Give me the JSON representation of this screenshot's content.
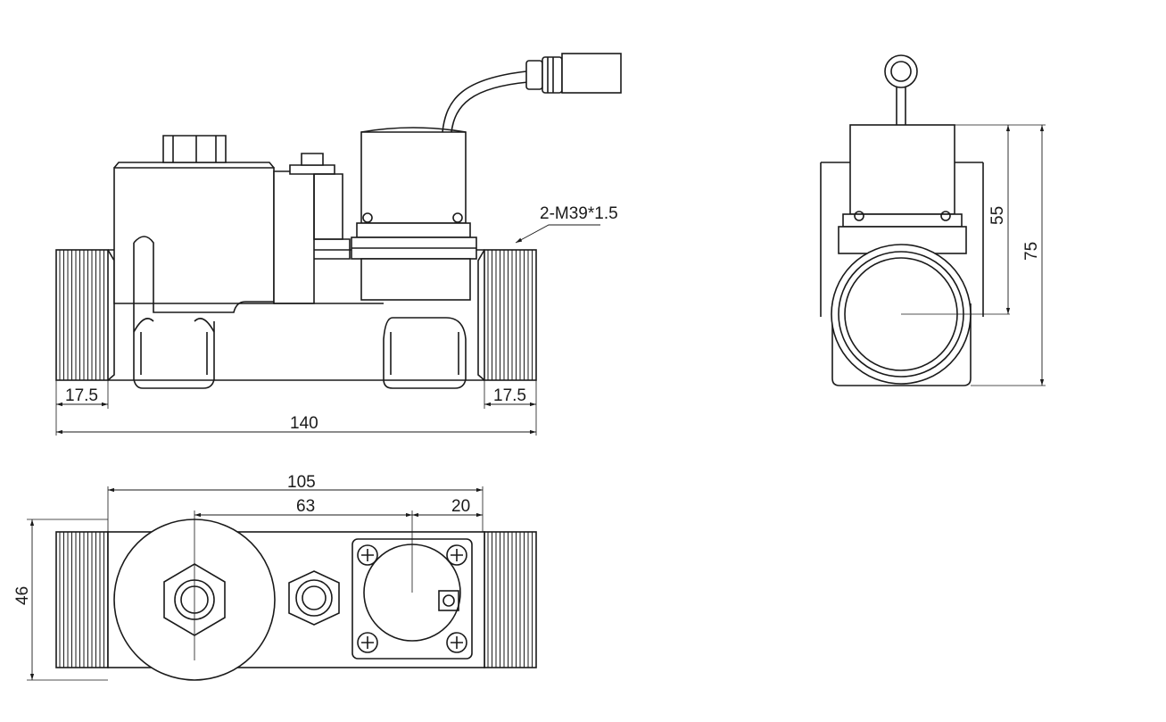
{
  "drawing": {
    "callout": "2-M39*1.5",
    "front_view": {
      "thread_left": "17.5",
      "thread_right": "17.5",
      "overall_length": "140"
    },
    "top_view": {
      "inner_length": "105",
      "center_distance": "63",
      "offset": "20",
      "width": "46"
    },
    "side_view": {
      "center_height": "55",
      "overall_height": "75"
    }
  }
}
